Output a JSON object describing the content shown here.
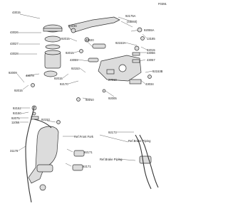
{
  "diagram": {
    "diagram_id": "F0391",
    "colors": {
      "part_fill": "#dcdcdc",
      "part_stroke": "#333333",
      "leader": "#666666",
      "text": "#222222",
      "background": "#ffffff"
    },
    "labels": {
      "p43015": "43015",
      "p43026": "43026",
      "p43027": "43027",
      "p43028": "43028",
      "p43078": "43078",
      "p92009": "92009",
      "p92015": "92015",
      "p13236": "13236",
      "p92015b": "92015",
      "p92015c": "92015",
      "p43020": "43020",
      "p43059": "43059",
      "p92153": "92153",
      "p92170a": "92170",
      "p92015d": "92015",
      "p92175a": "92175A",
      "p43060": "(43060)",
      "p92055a": "92055A",
      "p13185": "13185",
      "p92015e": "92015",
      "p92153a": "92153A",
      "p43056": "43056",
      "p43057": "43057",
      "p92153b": "92153B",
      "p27010": "27010",
      "p43034": "43034",
      "p92005": "92005",
      "p92210": "92210",
      "p92152": "92152",
      "p92150": "92150",
      "p92075": "92075",
      "p11056": "11056",
      "p92153c": "92153",
      "p92171a": "92171",
      "p92171b": "92171",
      "p31178": "31178",
      "p92173": "92173",
      "ref_front_fork": "Ref.Front Fork",
      "ref_brake_piping_1": "Ref.Brake Piping",
      "ref_brake_piping_2": "Ref.Brake Piping"
    }
  }
}
